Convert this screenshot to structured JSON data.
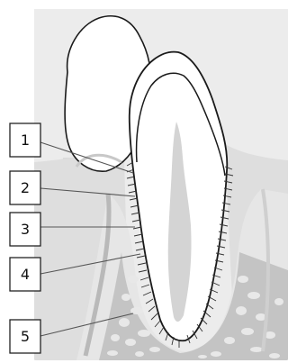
{
  "diagram": {
    "labels": [
      {
        "id": "1",
        "text": "1"
      },
      {
        "id": "2",
        "text": "2"
      },
      {
        "id": "3",
        "text": "3"
      },
      {
        "id": "4",
        "text": "4"
      },
      {
        "id": "5",
        "text": "5"
      }
    ]
  },
  "colors": {
    "background_panel": "#ececec",
    "soft_tissue": "#d7d7d7",
    "bone_light": "#e1e1e1",
    "bone_cancellous": "#bdbdbd",
    "bone_cell_fill": "#e9e9e9",
    "tooth_outline": "#1a1a1a",
    "pulp": "#d4d4d4",
    "label_box_border": "#222222",
    "leader_line": "#555555",
    "fibers": "#333333"
  },
  "icons": {
    "tooth": "tooth-icon",
    "neighbor_tooth": "neighbor-tooth-icon"
  }
}
